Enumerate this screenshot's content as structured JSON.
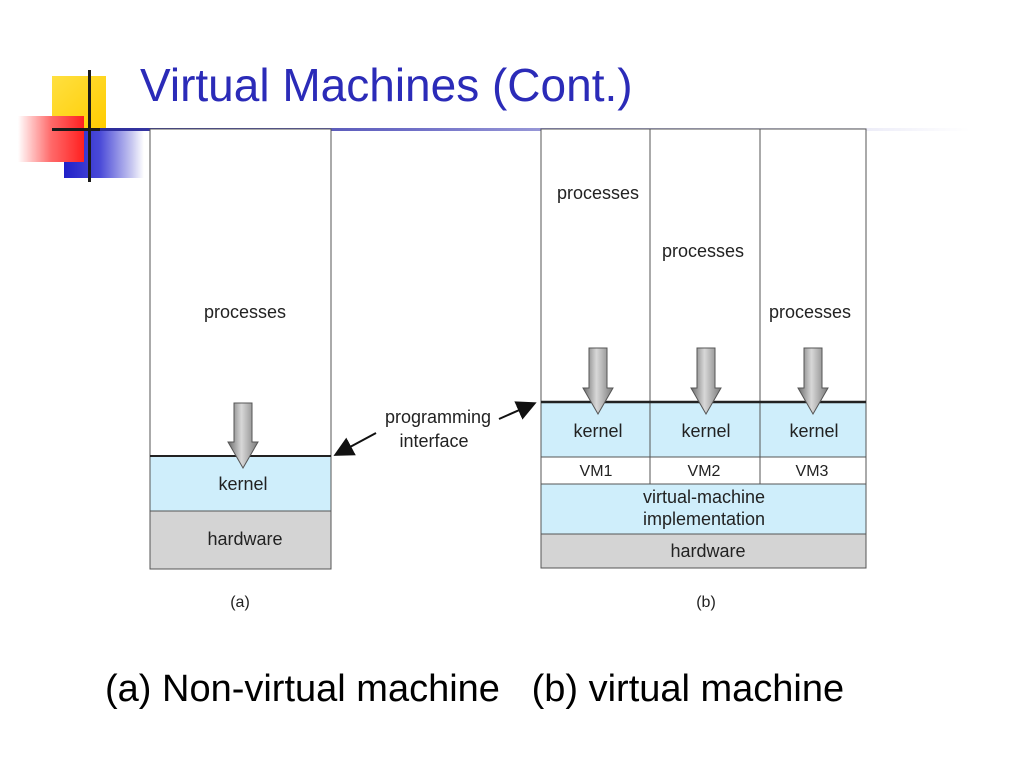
{
  "slide": {
    "title": "Virtual Machines (Cont.)",
    "caption": "(a) Non-virtual machine   (b) virtual machine"
  },
  "diagram_a": {
    "processes": "processes",
    "kernel": "kernel",
    "hardware": "hardware",
    "label": "(a)"
  },
  "interface_label": {
    "line1": "programming",
    "line2": "interface"
  },
  "diagram_b": {
    "columns": [
      {
        "processes": "processes",
        "kernel": "kernel",
        "vm": "VM1"
      },
      {
        "processes": "processes",
        "kernel": "kernel",
        "vm": "VM2"
      },
      {
        "processes": "processes",
        "kernel": "kernel",
        "vm": "VM3"
      }
    ],
    "vm_impl_line1": "virtual-machine",
    "vm_impl_line2": "implementation",
    "hardware": "hardware",
    "label": "(b)"
  },
  "colors": {
    "title": "#2b2bb8",
    "kernel_fill": "#cfeefb",
    "hardware_fill": "#d4d4d4",
    "accent_yellow": "#ffd400",
    "accent_red": "#ff3030",
    "accent_blue": "#2a2ad0"
  }
}
